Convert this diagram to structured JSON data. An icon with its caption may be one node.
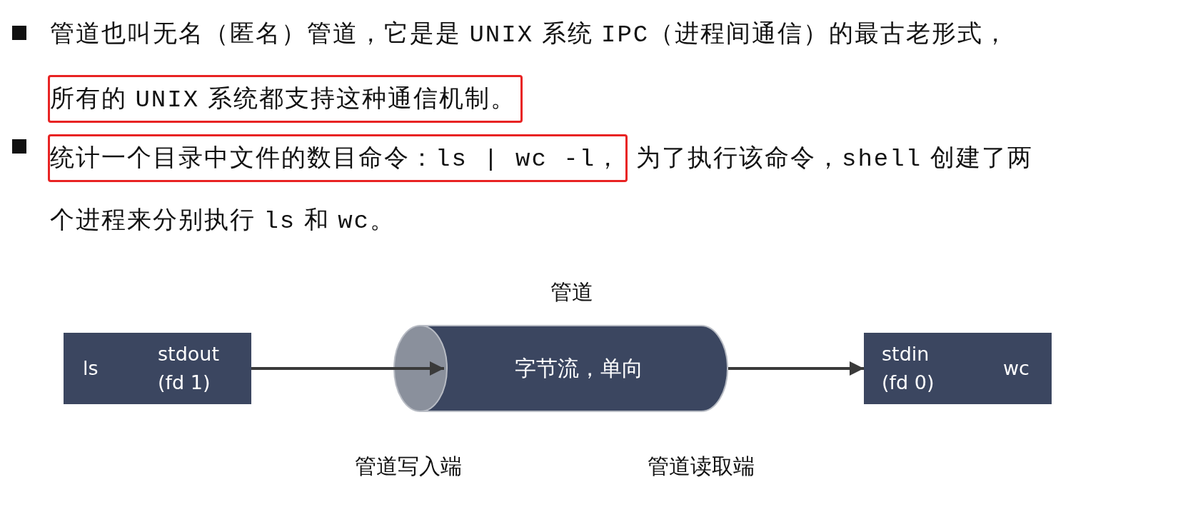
{
  "diagram": {
    "nodes": [
      {
        "text": [
          "所有的 UNIX 系统都支持这种通信机制。"
        ]
      },
      {
        "text": [
          "统计一个目录中文件的数目命令：ls | wc -l，"
        ]
      },
      {
        "text": [
          "ls",
          "stdout (fd 1)"
        ]
      },
      {
        "text": [
          "字节流，单向"
        ],
        "beside": [
          "管道"
        ]
      },
      {
        "text": [
          "stdin (fd 0)",
          "wc"
        ]
      }
    ],
    "edges": [
      {
        "from": 2,
        "to": 3,
        "arrow": "to"
      },
      {
        "from": 3,
        "to": 4,
        "arrow": "to"
      }
    ],
    "labels": [
      "管道也叫无名（匿名）管道，它是是 UNIX 系统 IPC（进程间通信）的最古老形式，",
      "为了执行该命令，shell 创建了两个进程来分别执行 ls 和 wc。",
      "管道写入端",
      "管道读取端"
    ]
  }
}
